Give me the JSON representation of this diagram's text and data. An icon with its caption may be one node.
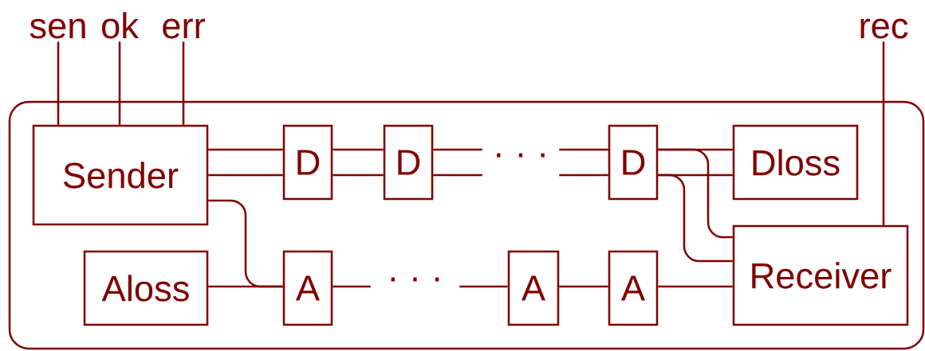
{
  "diagram": {
    "nodes": [
      {
        "text": [
          "sen"
        ]
      },
      {
        "text": [
          "ok"
        ]
      },
      {
        "text": [
          "err"
        ]
      },
      {
        "text": [
          "rec"
        ]
      },
      {
        "text": [],
        "shape": "box"
      },
      {
        "text": [
          "Sender"
        ],
        "in": 4
      },
      {
        "text": [
          "D"
        ],
        "in": 4
      },
      {
        "text": [
          "D"
        ],
        "in": 4
      },
      {
        "text": [
          "· · ·"
        ],
        "in": 4
      },
      {
        "text": [
          "D"
        ],
        "in": 4
      },
      {
        "text": [
          "Dloss"
        ],
        "in": 4
      },
      {
        "text": [
          "Aloss"
        ],
        "in": 4
      },
      {
        "text": [
          "A"
        ],
        "in": 4
      },
      {
        "text": [
          "· · ·"
        ],
        "in": 4
      },
      {
        "text": [
          "A"
        ],
        "in": 4
      },
      {
        "text": [
          "A"
        ],
        "in": 4
      },
      {
        "text": [
          "Receiver"
        ],
        "in": 4
      }
    ],
    "edges": [
      {
        "from": 0,
        "to": 5,
        "arrow": "none"
      },
      {
        "from": 1,
        "to": 5,
        "arrow": "none"
      },
      {
        "from": 2,
        "to": 5,
        "arrow": "none"
      },
      {
        "from": 3,
        "to": 16,
        "arrow": "none"
      },
      {
        "from": 5,
        "to": 6,
        "arrow": "none"
      },
      {
        "from": 5,
        "to": 6,
        "arrow": "none"
      },
      {
        "from": 6,
        "to": 7,
        "arrow": "none"
      },
      {
        "from": 6,
        "to": 7,
        "arrow": "none"
      },
      {
        "from": 7,
        "to": 8,
        "arrow": "none"
      },
      {
        "from": 7,
        "to": 8,
        "arrow": "none"
      },
      {
        "from": 8,
        "to": 9,
        "arrow": "none"
      },
      {
        "from": 8,
        "to": 9,
        "arrow": "none"
      },
      {
        "from": 9,
        "to": 10,
        "arrow": "none"
      },
      {
        "from": 9,
        "to": 10,
        "arrow": "none"
      },
      {
        "from": 9,
        "to": 16,
        "arrow": "none"
      },
      {
        "from": 9,
        "to": 16,
        "arrow": "none"
      },
      {
        "from": 5,
        "to": 12,
        "arrow": "none"
      },
      {
        "from": 11,
        "to": 12,
        "arrow": "none"
      },
      {
        "from": 12,
        "to": 13,
        "arrow": "none"
      },
      {
        "from": 13,
        "to": 14,
        "arrow": "none"
      },
      {
        "from": 14,
        "to": 15,
        "arrow": "none"
      },
      {
        "from": 15,
        "to": 16,
        "arrow": "none"
      }
    ]
  }
}
